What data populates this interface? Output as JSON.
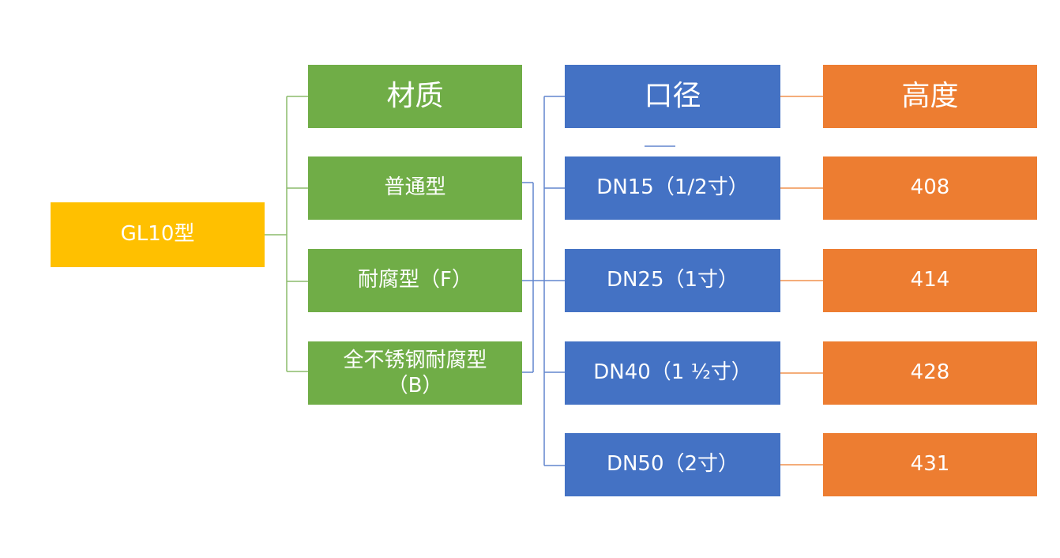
{
  "diagram": {
    "root": {
      "label": "GL10型",
      "color": "#FFC000"
    },
    "material": {
      "header": "材质",
      "color": "#70AD47",
      "items": [
        {
          "label": "普通型"
        },
        {
          "label": "耐腐型（F）"
        },
        {
          "label": "全不锈钢耐腐型（B）",
          "lines": [
            "全不锈钢耐腐型",
            "（B）"
          ]
        }
      ]
    },
    "diameter": {
      "header": "口径",
      "color": "#4472C4",
      "items": [
        {
          "label": "DN15（1/2寸）"
        },
        {
          "label": "DN25（1寸）"
        },
        {
          "label": "DN40（1 ½寸）"
        },
        {
          "label": "DN50（2寸）"
        }
      ]
    },
    "height": {
      "header": "高度",
      "color": "#ED7D31",
      "items": [
        {
          "label": "408"
        },
        {
          "label": "414"
        },
        {
          "label": "428"
        },
        {
          "label": "431"
        }
      ]
    },
    "connector_colors": {
      "root_to_material": "#8CBB6B",
      "material_to_diameter": "#6286CE",
      "diameter_to_height": "#F0924F"
    },
    "text_color": "#FFFFFF"
  }
}
